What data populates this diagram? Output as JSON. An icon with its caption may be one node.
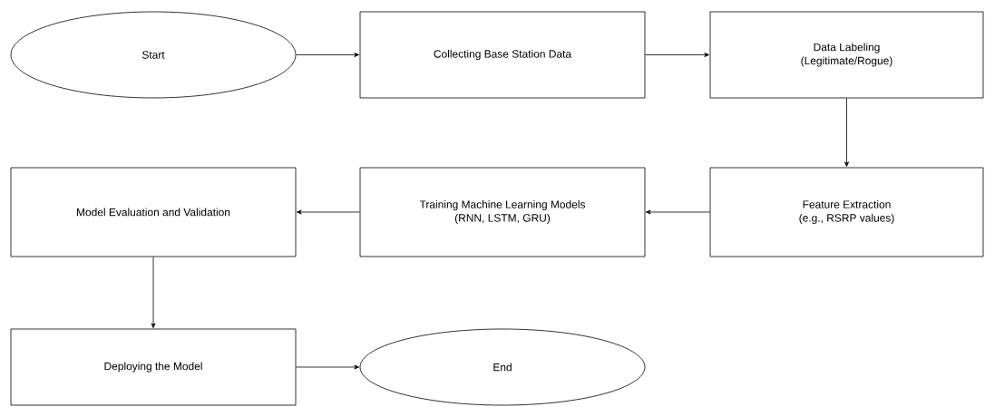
{
  "diagram": {
    "nodes": [
      {
        "text": [
          "Start"
        ]
      },
      {
        "text": [
          "Collecting Base Station Data"
        ]
      },
      {
        "text": [
          "Data Labeling",
          "(Legitimate/Rogue)"
        ]
      },
      {
        "text": [
          "Feature Extraction",
          "(e.g., RSRP values)"
        ]
      },
      {
        "text": [
          "Training Machine Learning Models",
          "(RNN, LSTM, GRU)"
        ]
      },
      {
        "text": [
          "Model Evaluation and Validation"
        ]
      },
      {
        "text": [
          "Deploying the Model"
        ]
      },
      {
        "text": [
          "End"
        ]
      }
    ],
    "edges": [
      {
        "from": 0,
        "to": 1,
        "arrow": "to"
      },
      {
        "from": 1,
        "to": 2,
        "arrow": "to"
      },
      {
        "from": 2,
        "to": 3,
        "arrow": "to"
      },
      {
        "from": 3,
        "to": 4,
        "arrow": "to"
      },
      {
        "from": 4,
        "to": 5,
        "arrow": "to"
      },
      {
        "from": 5,
        "to": 6,
        "arrow": "to"
      },
      {
        "from": 6,
        "to": 7,
        "arrow": "to"
      }
    ]
  }
}
